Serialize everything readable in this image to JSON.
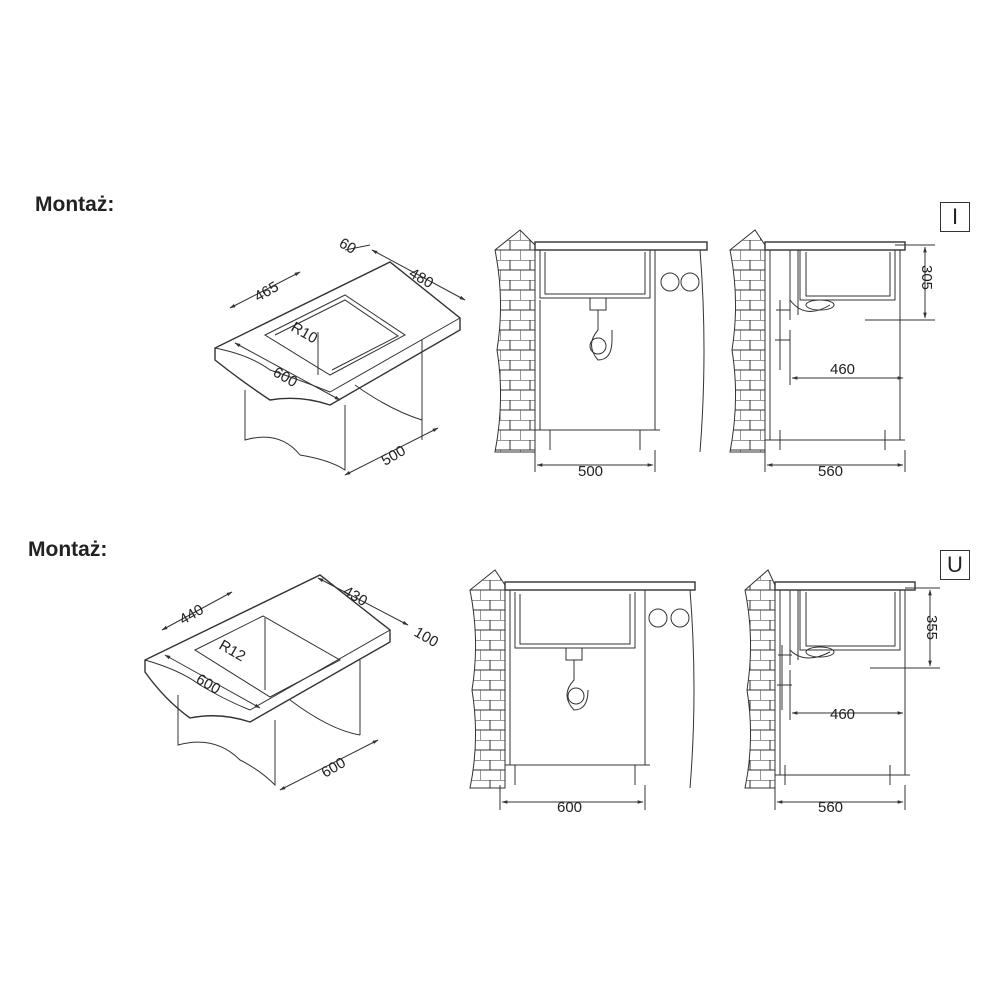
{
  "sections": [
    {
      "heading": "Montaż:",
      "mount_type": "I",
      "iso": {
        "d_lip": "60",
        "d_cut_width": "465",
        "d_cut_depth": "480",
        "d_counter": "600",
        "radius": "R10",
        "d_cabinet": "500"
      },
      "front": {
        "d_cabinet": "500"
      },
      "side": {
        "d_height": "305",
        "d_drain": "460",
        "d_depth": "560"
      }
    },
    {
      "heading": "Montaż:",
      "mount_type": "U",
      "iso": {
        "d_cut_width": "440",
        "d_cut_depth": "430",
        "d_lip": "100",
        "radius": "R12",
        "d_counter": "600",
        "d_cabinet": "600"
      },
      "front": {
        "d_cabinet": "600"
      },
      "side": {
        "d_height": "355",
        "d_drain": "460",
        "d_depth": "560"
      }
    }
  ]
}
